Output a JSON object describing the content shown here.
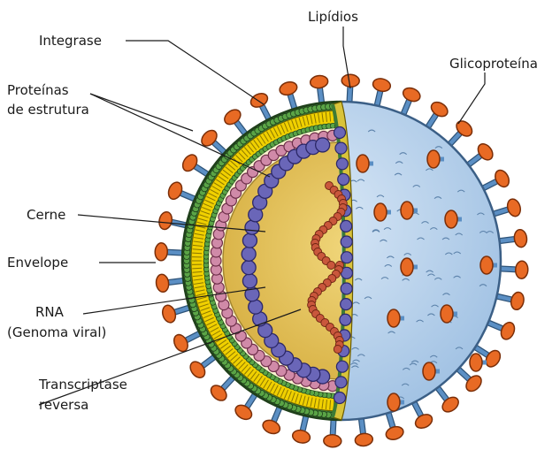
{
  "labels": {
    "lipidios": "Lipídios",
    "integrase": "Integrase",
    "glicoproteina": "Glicoproteína",
    "proteinas_line1": "Proteínas",
    "proteinas_line2": "de estrutura",
    "cerne": "Cerne",
    "envelope": "Envelope",
    "rna_line1": "RNA",
    "rna_line2": "(Genoma viral)",
    "transcriptase_line1": "Transcriptase",
    "transcriptase_line2": "reversa"
  },
  "colors": {
    "surface": "#b7d3ee",
    "surface_dark": "#8fb3d8",
    "spike_head": "#e86a24",
    "spike_stem": "#5b8fc4",
    "lipid_layer": "#f2e000",
    "membrane_green": "#4a8c3a",
    "core_yellow": "#e9c75a",
    "capsid_purple": "#6a66b8",
    "matrix_pink": "#d08aa8",
    "rna_red": "#c9573c"
  }
}
